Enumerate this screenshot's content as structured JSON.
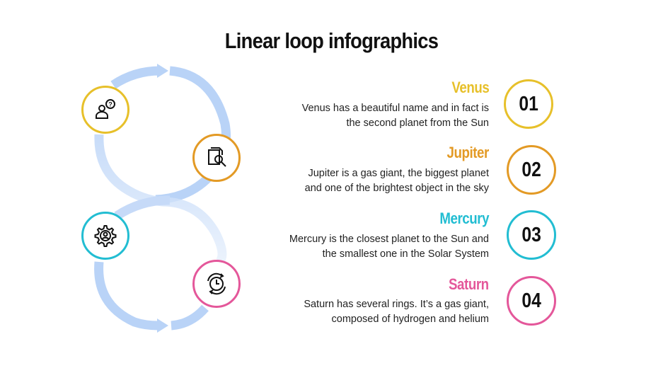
{
  "title": "Linear loop infographics",
  "colors": {
    "venus": "#E7C02A",
    "jupiter": "#E39A25",
    "mercury": "#22BDD2",
    "saturn": "#E4579A",
    "loop": "#B9D3F7"
  },
  "items": [
    {
      "heading": "Venus",
      "number": "01",
      "line1": "Venus has a beautiful name and in fact is",
      "line2": "the second planet from the Sun",
      "icon": "user-question-icon"
    },
    {
      "heading": "Jupiter",
      "number": "02",
      "line1": "Jupiter is a gas giant, the biggest planet",
      "line2": "and one of the brightest object in the sky",
      "icon": "document-search-icon"
    },
    {
      "heading": "Mercury",
      "number": "03",
      "line1": "Mercury is the closest planet to the Sun and",
      "line2": "the smallest one in the Solar System",
      "icon": "gear-user-icon"
    },
    {
      "heading": "Saturn",
      "number": "04",
      "line1": "Saturn has several rings. It’s a gas giant,",
      "line2": "composed of hydrogen and helium",
      "icon": "clock-refresh-icon"
    }
  ]
}
